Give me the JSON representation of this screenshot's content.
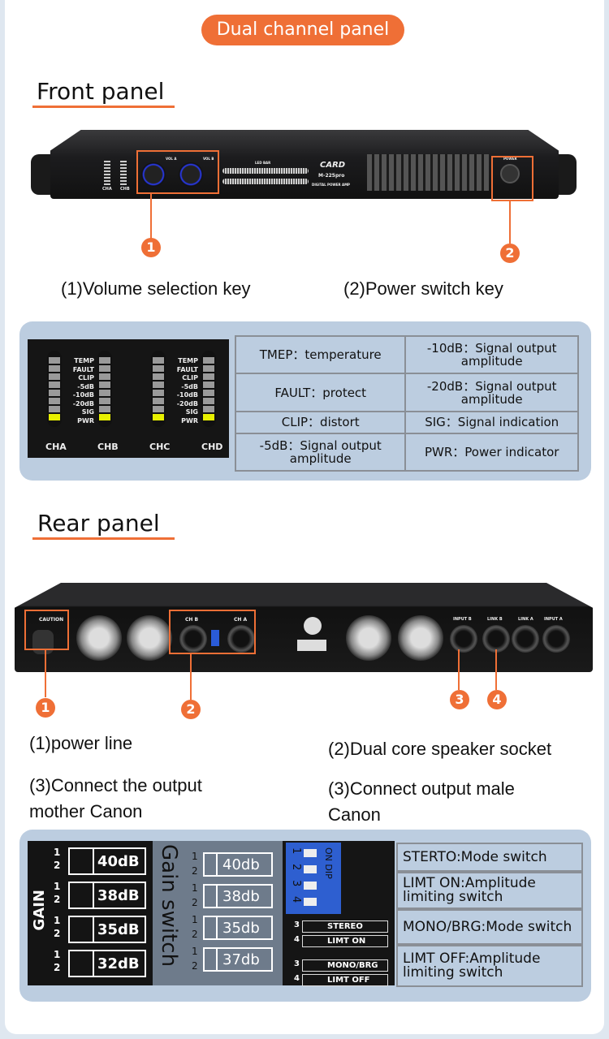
{
  "header": {
    "title": "Dual channel panel"
  },
  "front": {
    "title": "Front panel",
    "device": {
      "brand": "CARD",
      "model": "M-225pro",
      "subtitle": "DIGITAL POWER AMP",
      "led_bar": "LED BAR",
      "vol_a": "VOL A",
      "vol_b": "VOL B",
      "power": "POWER",
      "cha": "CHA",
      "chb": "CHB"
    },
    "markers": [
      "1",
      "2"
    ],
    "captions": [
      "(1)Volume selection key",
      "(2)Power switch key"
    ]
  },
  "indicators": {
    "led_labels": [
      "TEMP",
      "FAULT",
      "CLIP",
      "-5dB",
      "-10dB",
      "-20dB",
      "SIG",
      "PWR"
    ],
    "channels": [
      "CHA",
      "CHB",
      "CHC",
      "CHD"
    ],
    "table": [
      [
        "TMEP：temperature",
        "-10dB：Signal output amplitude"
      ],
      [
        "FAULT：protect",
        "-20dB：Signal output amplitude"
      ],
      [
        "CLIP：distort",
        "SIG：Signal indication"
      ],
      [
        "-5dB：Signal output amplitude",
        "PWR：Power indicator"
      ]
    ]
  },
  "rear": {
    "title": "Rear panel",
    "device": {
      "caution": "CAUTION",
      "chb": "CH B",
      "cha": "CH A",
      "input_b": "INPUT B",
      "link_b": "LINK B",
      "link_a": "LINK A",
      "input_a": "INPUT A"
    },
    "markers": [
      "1",
      "2",
      "3",
      "4"
    ],
    "captions": [
      "(1)power line",
      "(2)Dual core speaker socket",
      "(3)Connect the output mother Canon",
      "(3)Connect output male Canon"
    ]
  },
  "switches": {
    "gain_label": "GAIN",
    "gain_photo": [
      "40dB",
      "38dB",
      "35dB",
      "32dB"
    ],
    "gain_switch_title": "Gain switch",
    "gain_values": [
      "40db",
      "38db",
      "35db",
      "37db"
    ],
    "pin_numbers": [
      "1",
      "2"
    ],
    "dip": {
      "on": "ON",
      "dip": "DIP",
      "positions": [
        "1",
        "2",
        "3",
        "4"
      ],
      "modes": [
        [
          "3",
          "STEREO"
        ],
        [
          "4",
          "LIMT ON"
        ],
        [
          "3",
          "MONO/BRG"
        ],
        [
          "4",
          "LIMT OFF"
        ]
      ]
    },
    "legend": [
      "STERTO:Mode switch",
      "LIMT ON:Amplitude limiting switch",
      "MONO/BRG:Mode switch",
      "LIMT OFF:Amplitude limiting switch"
    ]
  },
  "colors": {
    "accent": "#ef6f36",
    "panel": "#bccde0",
    "led_on": "#e8f000"
  }
}
